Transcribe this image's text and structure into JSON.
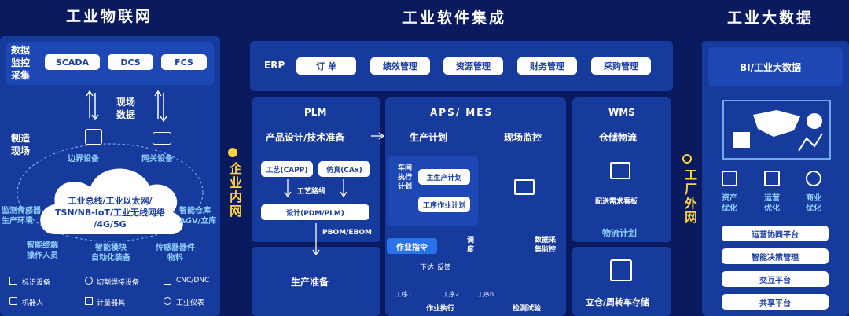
{
  "titles": {
    "iot": "工业物联网",
    "software": "工业软件集成",
    "bigdata": "工业大数据"
  },
  "iot": {
    "data_collection": "数据\n监控\n采集",
    "systems": [
      "SCADA",
      "DCS",
      "FCS"
    ],
    "field_data": "现场\n数据",
    "manufacturing_site": "制造\n现场",
    "edge_device": "边界设备",
    "gateway_device": "网关设备",
    "cloud_text": "工业总线/工业以太网/\nTSN/NB-IoT/工业无线网络\n/4G/5G",
    "left_labels": [
      "监测传感器\n生产环境",
      "智能终端\n操作人员"
    ],
    "right_labels": [
      "智能仓库\nAGV/立库",
      "传感器器件\n物料"
    ],
    "bottom_center": "智能模块\n自动化装备",
    "devices": [
      "标识设备",
      "切割焊接设备",
      "CNC/DNC",
      "机器人",
      "计量器具",
      "工业仪表"
    ]
  },
  "software": {
    "erp": "ERP",
    "erp_items": [
      "订  单",
      "绩效管理",
      "资源管理",
      "财务管理",
      "采购管理"
    ],
    "plm": "PLM",
    "plm_sub": "产品设计/技术准备",
    "capp": "工艺(CAPP)",
    "cax": "仿真(CAx)",
    "route": "工艺路线",
    "pdm": "设计(PDM/PLM)",
    "bom": "PBOM/EBOM",
    "prod_prep": "生产准备",
    "aps": "APS/ MES",
    "prod_plan": "生产计划",
    "site_monitor": "现场监控",
    "workshop_plan": "车间\n执行\n计划",
    "main_plan": "主生产计划",
    "op_plan": "工序作业计划",
    "work_order": "作业指令",
    "schedule": "调\n度",
    "data_collect": "数据采\n集监控",
    "dispatch": "下达",
    "feedback": "反馈",
    "steps": [
      "工序1",
      "工序2",
      "工序n"
    ],
    "exec": "作业执行",
    "inspect": "检测试验",
    "wms": "WMS",
    "warehouse": "仓储物流",
    "delivery_board": "配送需求看板",
    "logistics_plan": "物流计划",
    "storage": "立仓/周转车存储",
    "intra_net": "企业内网",
    "extra_net": "工厂外网"
  },
  "bigdata": {
    "bi": "BI/工业大数据",
    "opt": [
      "资产\n优化",
      "运营\n优化",
      "商业\n优化"
    ],
    "platforms": [
      "运营协同平台",
      "智能决策管理",
      "交互平台",
      "共享平台"
    ]
  },
  "colors": {
    "background": "#0a1a5e",
    "panel": "#173b9c",
    "accent": "#2a72e8",
    "gold": "#ffd23e",
    "cyan": "#8fd0ff"
  }
}
